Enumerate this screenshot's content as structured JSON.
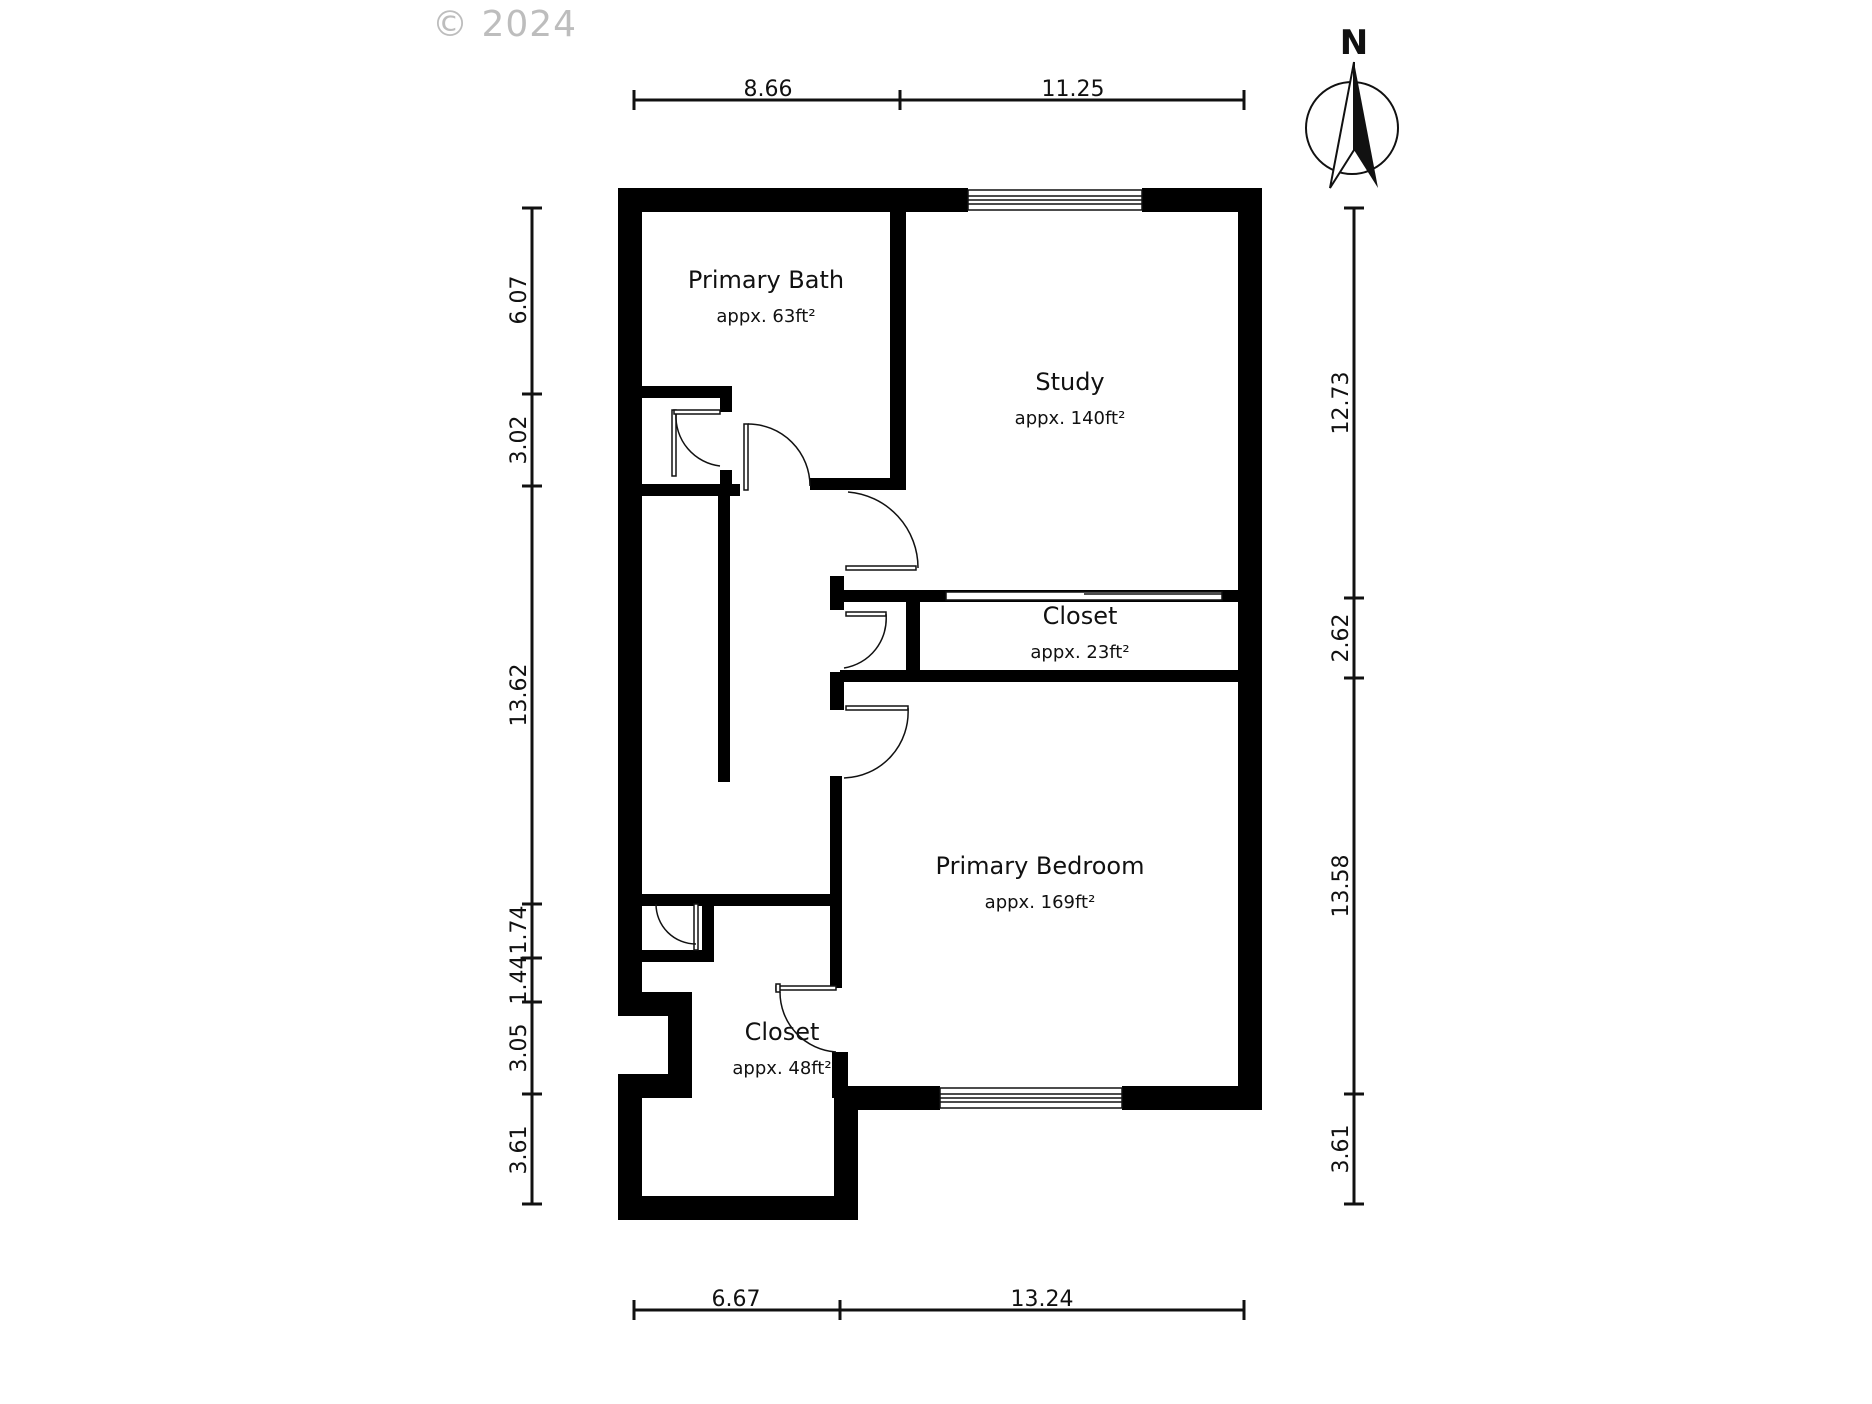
{
  "copyright": "© 2024",
  "compass": {
    "label": "N"
  },
  "rooms": {
    "primary_bath": {
      "name": "Primary Bath",
      "area": "appx. 63ft²"
    },
    "study": {
      "name": "Study",
      "area": "appx. 140ft²"
    },
    "closet_middle": {
      "name": "Closet",
      "area": "appx. 23ft²"
    },
    "primary_bedroom": {
      "name": "Primary Bedroom",
      "area": "appx. 169ft²"
    },
    "closet_bottom": {
      "name": "Closet",
      "area": "appx. 48ft²"
    }
  },
  "dimensions": {
    "top": [
      "8.66",
      "11.25"
    ],
    "bottom": [
      "6.67",
      "13.24"
    ],
    "left": [
      "6.07",
      "3.02",
      "13.62",
      "1.74",
      "1.44",
      "3.05",
      "3.61"
    ],
    "right": [
      "12.73",
      "2.62",
      "13.58",
      "3.61"
    ]
  }
}
